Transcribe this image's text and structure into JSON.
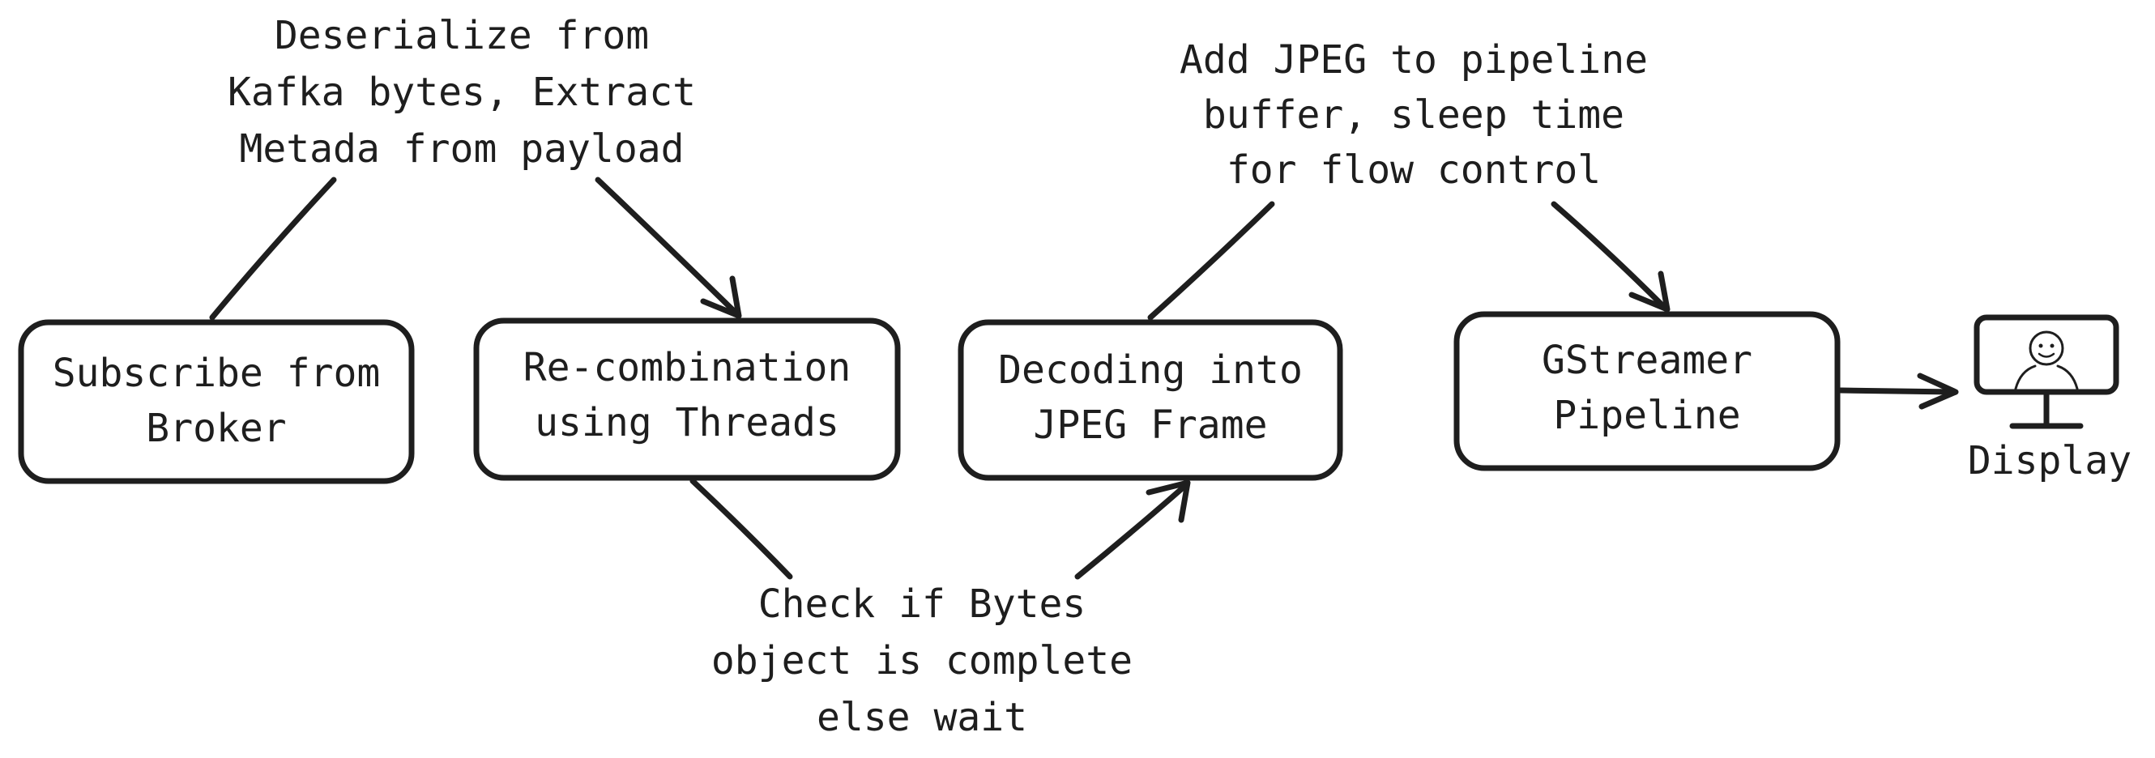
{
  "nodes": {
    "subscribe": {
      "line1": "Subscribe from",
      "line2": "Broker"
    },
    "recombination": {
      "line1": "Re-combination",
      "line2": "using Threads"
    },
    "decoding": {
      "line1": "Decoding into",
      "line2": "JPEG Frame"
    },
    "gstreamer": {
      "line1": "GStreamer",
      "line2": "Pipeline"
    },
    "display": {
      "label": "Display",
      "icon": "monitor-face-icon"
    }
  },
  "annotations": {
    "deserialize": {
      "line1": "Deserialize from",
      "line2": "Kafka bytes, Extract",
      "line3": "Metada from payload"
    },
    "check_bytes": {
      "line1": "Check if Bytes",
      "line2": "object is complete",
      "line3": "else wait"
    },
    "add_jpeg": {
      "line1": "Add JPEG to pipeline",
      "line2": "buffer, sleep time",
      "line3": "for flow control"
    }
  },
  "colors": {
    "stroke": "#1e1e1e",
    "background": "#ffffff"
  }
}
